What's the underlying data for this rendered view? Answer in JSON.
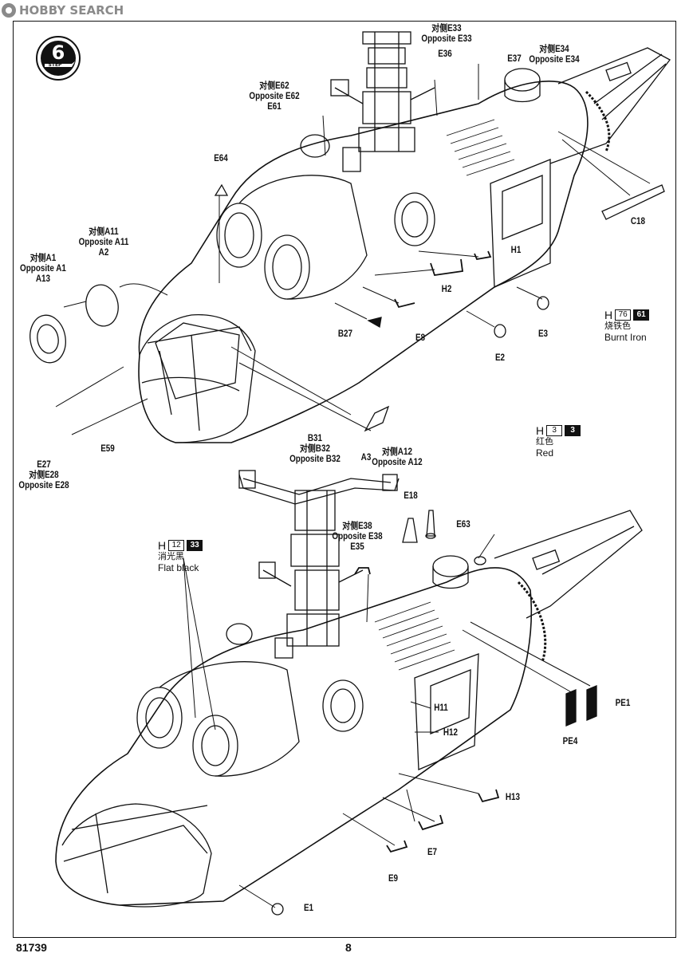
{
  "watermark": {
    "text": "HOBBY SEARCH"
  },
  "step": {
    "number": "6",
    "word": "STEP"
  },
  "footer": {
    "kit_number": "81739",
    "page_number": "8"
  },
  "top_labels": [
    {
      "lines": [
        "对侧E33",
        "Opposite E33"
      ]
    },
    {
      "lines": [
        "E36"
      ]
    },
    {
      "lines": [
        "E37"
      ]
    },
    {
      "lines": [
        "对侧E34",
        "Opposite E34"
      ]
    },
    {
      "lines": [
        "对侧E62",
        "Opposite E62",
        "E61"
      ]
    },
    {
      "lines": [
        "E64"
      ]
    },
    {
      "lines": [
        "对侧A11",
        "Opposite A11",
        "A2"
      ]
    },
    {
      "lines": [
        "对侧A1",
        "Opposite A1",
        "A13"
      ]
    },
    {
      "lines": [
        "C18"
      ]
    },
    {
      "lines": [
        "H1"
      ]
    },
    {
      "lines": [
        "H2"
      ]
    },
    {
      "lines": [
        "B27"
      ]
    },
    {
      "lines": [
        "E8"
      ]
    },
    {
      "lines": [
        "E2"
      ]
    },
    {
      "lines": [
        "E3"
      ]
    },
    {
      "lines": [
        "E59"
      ]
    },
    {
      "lines": [
        "E27",
        "对侧E28",
        "Opposite E28"
      ]
    },
    {
      "lines": [
        "B31",
        "对侧B32",
        "Opposite B32"
      ]
    },
    {
      "lines": [
        "A3"
      ]
    },
    {
      "lines": [
        "对侧A12",
        "Opposite A12"
      ]
    }
  ],
  "bottom_labels": [
    {
      "lines": [
        "E18"
      ]
    },
    {
      "lines": [
        "E63"
      ]
    },
    {
      "lines": [
        "对侧E38",
        "Opposite E38",
        "E35"
      ]
    },
    {
      "lines": [
        "H11"
      ]
    },
    {
      "lines": [
        "H12"
      ]
    },
    {
      "lines": [
        "PE1"
      ]
    },
    {
      "lines": [
        "PE4"
      ]
    },
    {
      "lines": [
        "H13"
      ]
    },
    {
      "lines": [
        "E7"
      ]
    },
    {
      "lines": [
        "E9"
      ]
    },
    {
      "lines": [
        "E1"
      ]
    }
  ],
  "paints": [
    {
      "letter": "H",
      "code1": "76",
      "code2": "61",
      "cn": "烧铁色",
      "en": "Burnt Iron"
    },
    {
      "letter": "H",
      "code1": "3",
      "code2": "3",
      "cn": "红色",
      "en": "Red"
    },
    {
      "letter": "H",
      "code1": "12",
      "code2": "33",
      "cn": "消光黑",
      "en": "Flat black"
    }
  ]
}
